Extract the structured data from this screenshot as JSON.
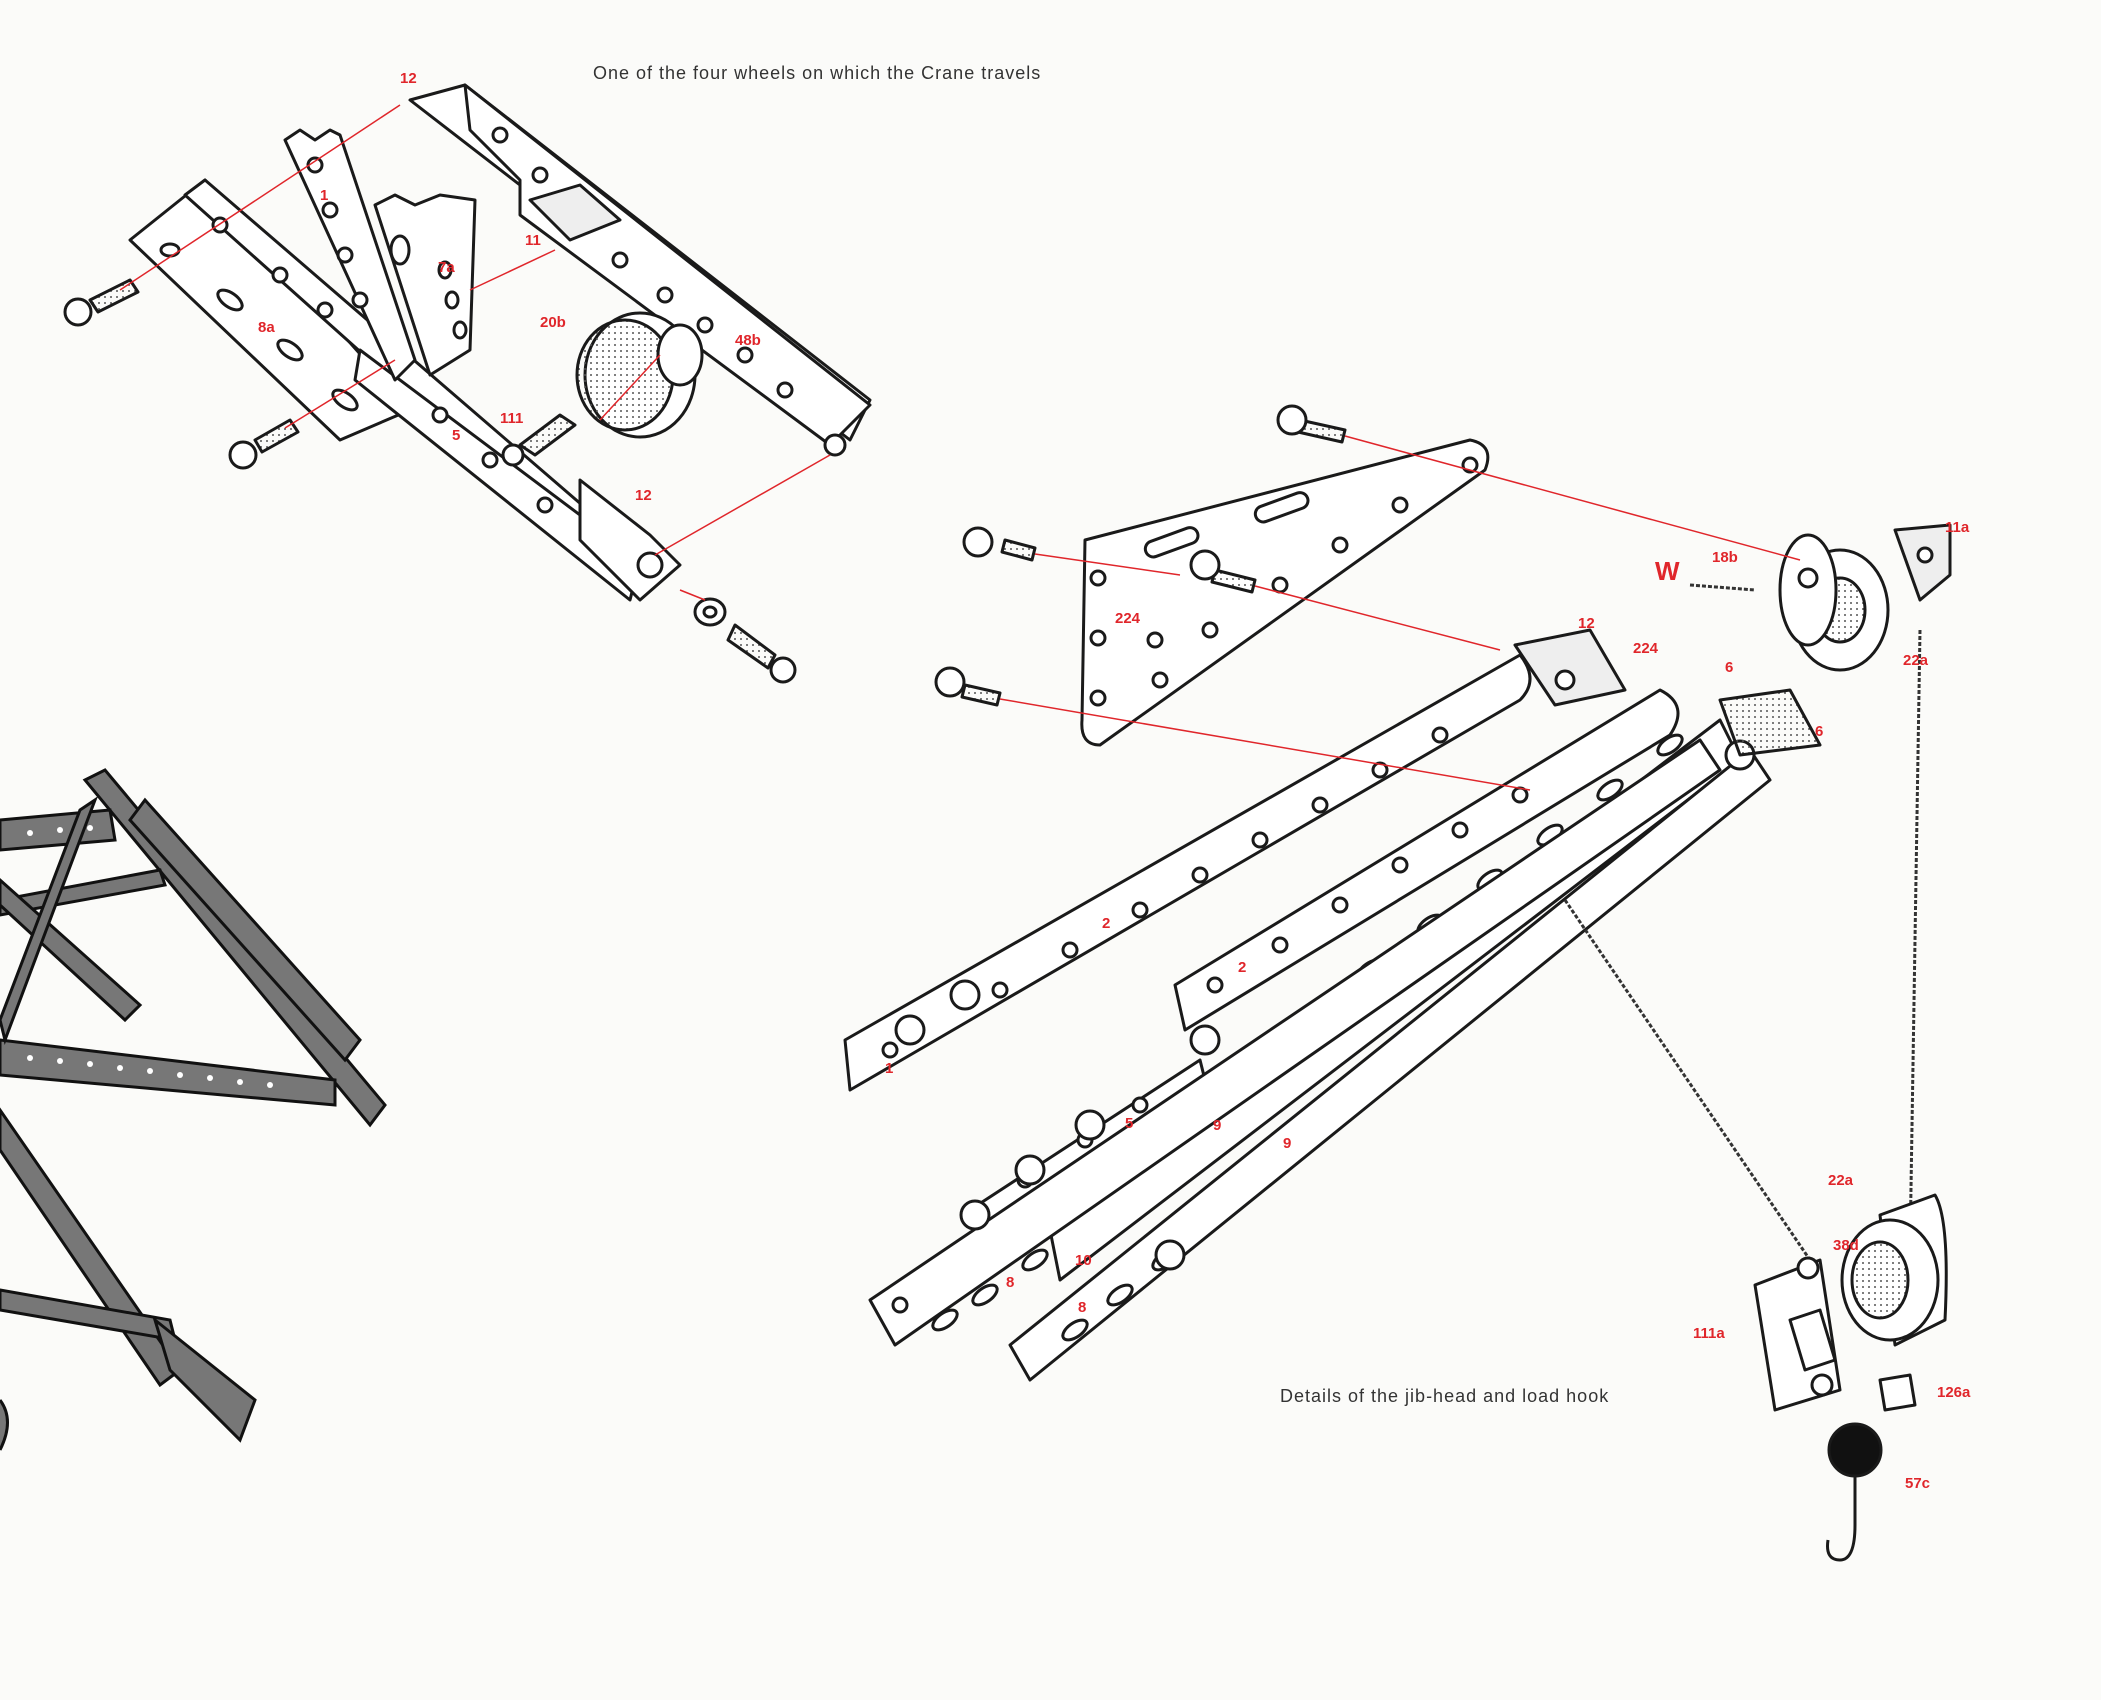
{
  "captions": {
    "wheel": "One of the four wheels on which the Crane travels",
    "jib": "Details of the jib-head and load hook"
  },
  "colors": {
    "line": "#1a1a1a",
    "label": "#e0262b",
    "paper": "#fbfbf9"
  },
  "wheel_labels": [
    "12",
    "1",
    "7a",
    "11",
    "8a",
    "20b",
    "48b",
    "5",
    "111",
    "12"
  ],
  "jib_labels": [
    "11a",
    "18b",
    "W",
    "12",
    "224",
    "224",
    "6",
    "22a",
    "6",
    "2",
    "2",
    "1",
    "5",
    "9",
    "9",
    "10",
    "8",
    "8",
    "22a",
    "38d",
    "111a",
    "126a",
    "57c"
  ]
}
